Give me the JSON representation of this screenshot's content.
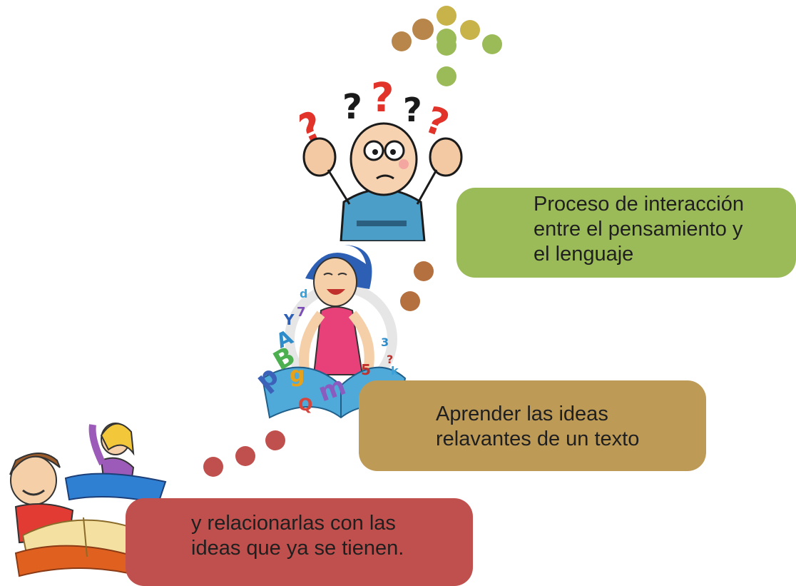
{
  "steps": [
    {
      "text": "Proceso de interacción\nentre el pensamiento y\nel lenguaje",
      "color": "#9bbb59"
    },
    {
      "text": "Aprender las ideas\nrelavantes de un texto",
      "color": "#be9a57"
    },
    {
      "text": "y relacionarlas  con las\nideas que ya se tienen.",
      "color": "#c0504d"
    }
  ],
  "illustrations": [
    {
      "icon": "confused-man-icon",
      "glyphs": [
        "?",
        "?",
        "?",
        "?",
        "?"
      ]
    },
    {
      "icon": "girl-reading-book-icon",
      "glyphs": [
        "p",
        "B",
        "g",
        "A",
        "Y",
        "7",
        "d",
        "m",
        "Q",
        "k",
        "?",
        "5",
        "3"
      ]
    },
    {
      "icon": "children-flying-books-icon"
    }
  ],
  "palette": {
    "olive": "#9bbb59",
    "tan": "#be9a57",
    "brick": "#c0504d",
    "mustard": "#c8b24a",
    "brown": "#b8864a"
  }
}
